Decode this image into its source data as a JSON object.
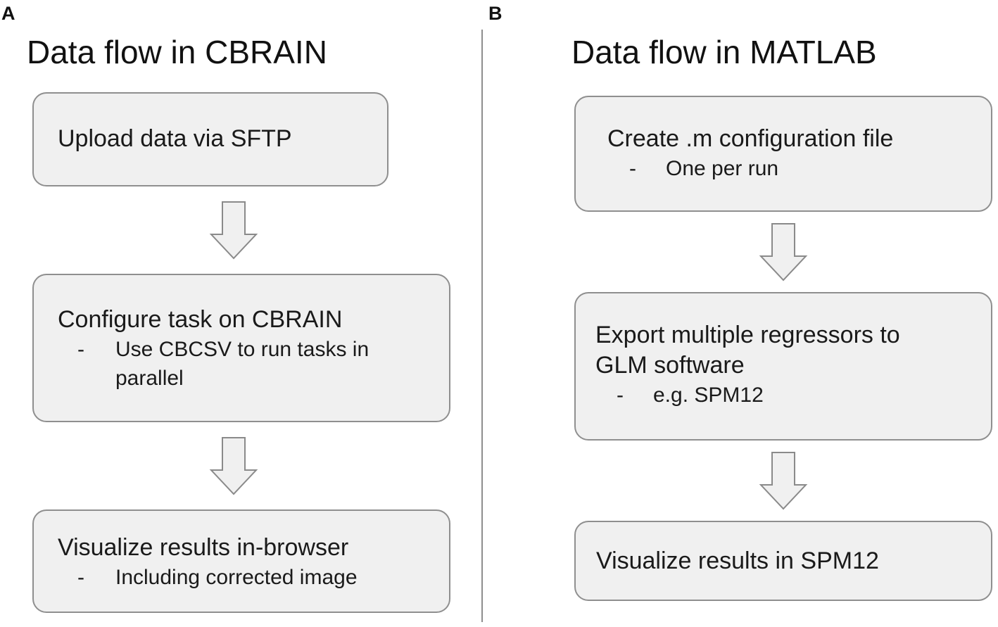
{
  "panels": {
    "a": {
      "letter": "A",
      "title": "Data flow in CBRAIN",
      "steps": [
        {
          "main": "Upload data via SFTP"
        },
        {
          "main": "Configure task on CBRAIN",
          "bullet_1": "Use CBCSV to run tasks in",
          "bullet_2": "parallel",
          "dash": "-"
        },
        {
          "main": "Visualize results in-browser",
          "bullet_1": "Including corrected image",
          "dash": "-"
        }
      ]
    },
    "b": {
      "letter": "B",
      "title": "Data flow in MATLAB",
      "steps": [
        {
          "main": "Create .m configuration file",
          "bullet_1": "One per run",
          "dash": "-"
        },
        {
          "main_1": "Export multiple regressors to",
          "main_2": "GLM software",
          "bullet_1": "e.g. SPM12",
          "dash": "-"
        },
        {
          "main": "Visualize results in SPM12"
        }
      ]
    }
  },
  "colors": {
    "box_fill": "#f0f0f0",
    "box_border": "#8f8f8f",
    "arrow_fill": "#f0f0f0",
    "arrow_stroke": "#8a8a8a",
    "divider": "#8e8e8e"
  }
}
